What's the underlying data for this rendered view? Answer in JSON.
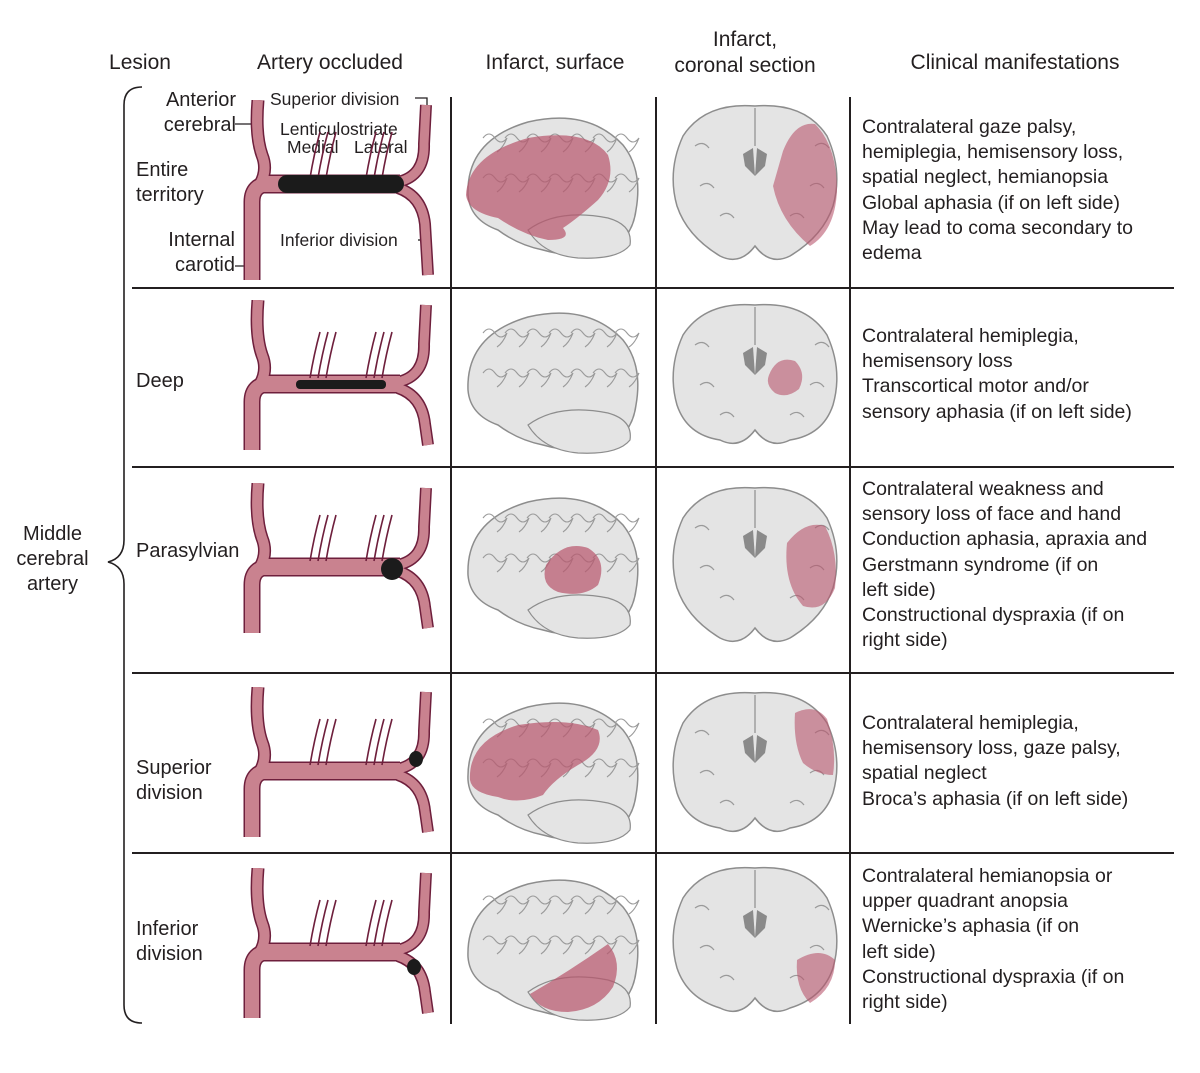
{
  "headers": {
    "lesion": "Lesion",
    "artery": "Artery occluded",
    "surface": "Infarct, surface",
    "coronal_line1": "Infarct,",
    "coronal_line2": "coronal section",
    "clinical": "Clinical manifestations"
  },
  "side_label": [
    "Middle",
    "cerebral",
    "artery"
  ],
  "artery_labels": {
    "anterior_cerebral_1": "Anterior",
    "anterior_cerebral_2": "cerebral",
    "superior_division": "Superior division",
    "lenticulostriate": "Lenticulostriate",
    "medial": "Medial",
    "lateral": "Lateral",
    "internal_carotid_1": "Internal",
    "internal_carotid_2": "carotid",
    "inferior_division": "Inferior division"
  },
  "rows": [
    {
      "lesion": [
        "Entire",
        "territory"
      ],
      "clinical": "Contralateral gaze palsy,\nhemiplegia, hemisensory loss,\nspatial neglect, hemianopsia\nGlobal aphasia (if on left side)\nMay lead to coma secondary to\nedema",
      "occlusion": "entire"
    },
    {
      "lesion": [
        "Deep"
      ],
      "clinical": "Contralateral hemiplegia,\nhemisensory loss\nTranscortical motor and/or\nsensory aphasia (if on left side)",
      "occlusion": "deep"
    },
    {
      "lesion": [
        "Parasylvian"
      ],
      "clinical": "Contralateral weakness and\nsensory loss of face and hand\nConduction aphasia, apraxia and\nGerstmann syndrome (if on\nleft side)\nConstructional dyspraxia (if on\nright side)",
      "occlusion": "parasylvian"
    },
    {
      "lesion": [
        "Superior",
        "division"
      ],
      "clinical": "Contralateral hemiplegia,\nhemisensory loss, gaze palsy,\nspatial neglect\nBroca’s aphasia (if on left side)",
      "occlusion": "superior"
    },
    {
      "lesion": [
        "Inferior",
        "division"
      ],
      "clinical": "Contralateral hemianopsia or\nupper quadrant anopsia\nWernicke’s aphasia (if on\nleft side)\nConstructional dyspraxia (if on\nright side)",
      "occlusion": "inferior"
    }
  ],
  "colors": {
    "artery": "#c9828f",
    "artery_outline": "#6e1f3c",
    "infarct": "#b9576e",
    "brain": "#e4e4e4",
    "brain_outline": "#8d8d8d",
    "occlusion": "#1b1b1b",
    "line": "#231f20"
  }
}
